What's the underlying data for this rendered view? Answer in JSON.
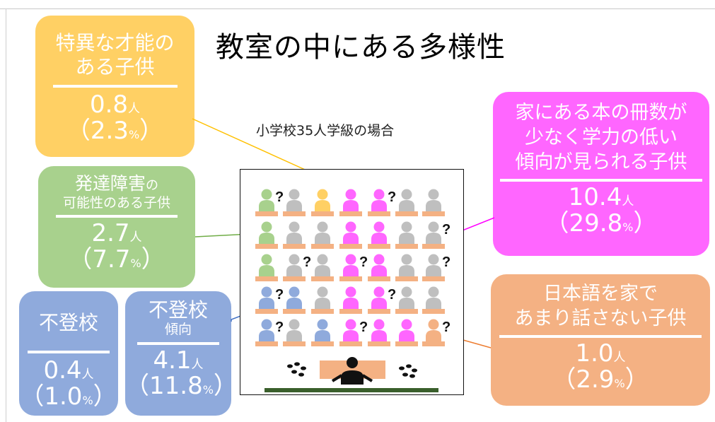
{
  "title": "教室の中にある多様性",
  "subtitle": "小学校35人学級の場合",
  "colors": {
    "talent": "#ffd064",
    "developmental": "#a8d18d",
    "absence": "#8faadc",
    "books": "#ff66ff",
    "japanese": "#f4b183",
    "default": "#bfbfbf",
    "desk": "#f4b183",
    "floor": "#3a5f2c"
  },
  "groups": {
    "talent": {
      "label_line1": "特異な才能の",
      "label_line2": "ある子供",
      "count": "0.8",
      "unit": "人",
      "pct_open": "（",
      "pct": "2.3",
      "pct_unit": "%",
      "pct_close": "）"
    },
    "developmental": {
      "label_main": "発達障害",
      "label_small": "の",
      "label_line2": "可能性のある子供",
      "count": "2.7",
      "unit": "人",
      "pct_open": "（",
      "pct": "7.7",
      "pct_unit": "%",
      "pct_close": "）"
    },
    "absence": {
      "label": "不登校",
      "count": "0.4",
      "unit": "人",
      "pct_open": "（",
      "pct": "1.0",
      "pct_unit": "%",
      "pct_close": "）"
    },
    "absence_tendency": {
      "label_line1": "不登校",
      "label_line2": "傾向",
      "count": "4.1",
      "unit": "人",
      "pct_open": "（",
      "pct": "11.8",
      "pct_unit": "%",
      "pct_close": "）"
    },
    "books": {
      "label_line1": "家にある本の冊数が",
      "label_line2": "少なく学力の低い",
      "label_line3": "傾向が見られる子供",
      "count": "10.4",
      "unit": "人",
      "pct_open": "（",
      "pct": "29.8",
      "pct_unit": "%",
      "pct_close": "）"
    },
    "japanese": {
      "label_line1": "日本語を家で",
      "label_line2": "あまり話さない子供",
      "count": "1.0",
      "unit": "人",
      "pct_open": "（",
      "pct": "2.9",
      "pct_unit": "%",
      "pct_close": "）"
    }
  },
  "classroom": {
    "question_mark": "?",
    "rows": [
      {
        "colors": [
          "developmental",
          "default",
          "talent",
          "books",
          "books",
          "default",
          "default"
        ],
        "questions": [
          0,
          4
        ]
      },
      {
        "colors": [
          "developmental",
          "default",
          "default",
          "books",
          "books",
          "default",
          "default"
        ],
        "questions": [
          6
        ]
      },
      {
        "colors": [
          "developmental",
          "default",
          "default",
          "books",
          "books",
          "default",
          "default"
        ],
        "questions": [
          1,
          3,
          6
        ]
      },
      {
        "colors": [
          "absence",
          "absence",
          "default",
          "books",
          "books",
          "default",
          "default"
        ],
        "questions": [
          0,
          4
        ]
      },
      {
        "colors": [
          "absence",
          "default",
          "absence",
          "books",
          "books",
          "books",
          "japanese"
        ],
        "questions": [
          0,
          3,
          6
        ]
      }
    ]
  }
}
